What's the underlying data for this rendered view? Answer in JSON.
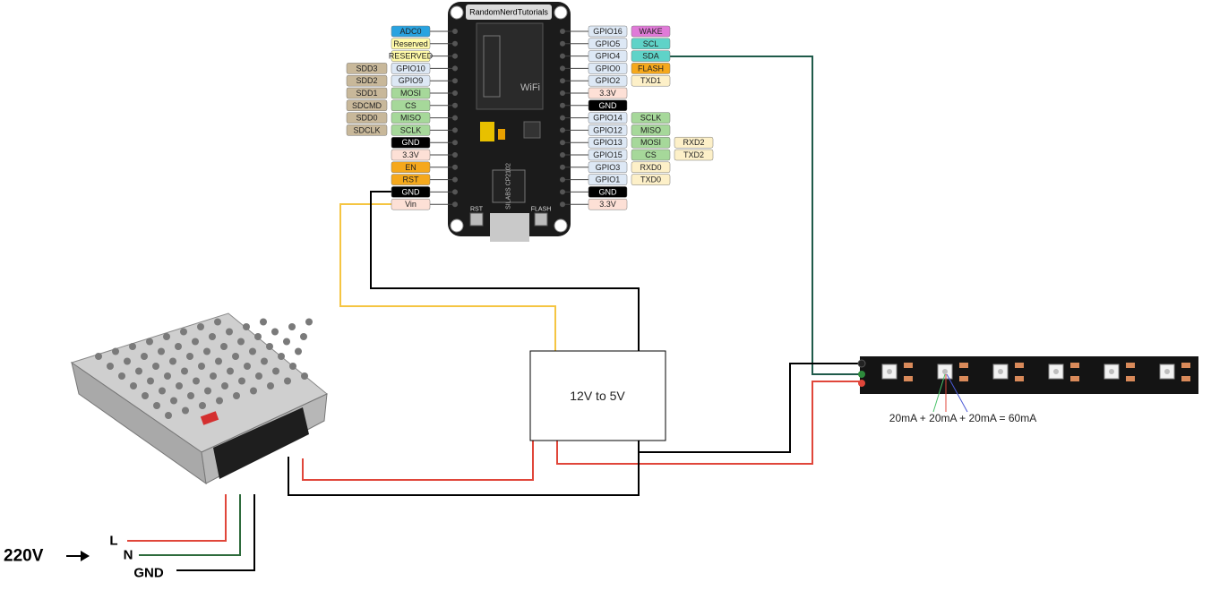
{
  "board": {
    "brand_label": "RandomNerdTutorials",
    "rst_label": "RST",
    "flash_label": "FLASH",
    "chip_label": "SILABS CP2102",
    "module_label": "WiFi",
    "left_pins": [
      {
        "gpio": "",
        "func": "ADC0",
        "func_color": "#29a3e0",
        "gpio_color": "",
        "alt": "",
        "alt_color": ""
      },
      {
        "gpio": "",
        "func": "Reserved",
        "func_color": "#fffaa8",
        "gpio_color": "",
        "alt": "",
        "alt_color": ""
      },
      {
        "gpio": "",
        "func": "RESERVED",
        "func_color": "#fffaa8",
        "gpio_color": "",
        "alt": "",
        "alt_color": ""
      },
      {
        "gpio": "GPIO10",
        "func": "",
        "func_color": "",
        "gpio_color": "#dde8f5",
        "alt": "SDD3",
        "alt_color": "#c8b89a"
      },
      {
        "gpio": "GPIO9",
        "func": "",
        "func_color": "",
        "gpio_color": "#dde8f5",
        "alt": "SDD2",
        "alt_color": "#c8b89a"
      },
      {
        "gpio": "MOSI",
        "func": "",
        "func_color": "",
        "gpio_color": "#a6d89a",
        "alt": "SDD1",
        "alt_color": "#c8b89a"
      },
      {
        "gpio": "CS",
        "func": "",
        "func_color": "",
        "gpio_color": "#a6d89a",
        "alt": "SDCMD",
        "alt_color": "#c8b89a"
      },
      {
        "gpio": "MISO",
        "func": "",
        "func_color": "",
        "gpio_color": "#a6d89a",
        "alt": "SDD0",
        "alt_color": "#c8b89a"
      },
      {
        "gpio": "SCLK",
        "func": "",
        "func_color": "",
        "gpio_color": "#a6d89a",
        "alt": "SDCLK",
        "alt_color": "#c8b89a"
      },
      {
        "gpio": "",
        "func": "GND",
        "func_color": "#000000",
        "gpio_color": "",
        "alt": "",
        "alt_color": ""
      },
      {
        "gpio": "",
        "func": "3.3V",
        "func_color": "#fde0d6",
        "gpio_color": "",
        "alt": "",
        "alt_color": ""
      },
      {
        "gpio": "",
        "func": "EN",
        "func_color": "#f5a81c",
        "gpio_color": "",
        "alt": "",
        "alt_color": ""
      },
      {
        "gpio": "",
        "func": "RST",
        "func_color": "#f5a81c",
        "gpio_color": "",
        "alt": "",
        "alt_color": ""
      },
      {
        "gpio": "",
        "func": "GND",
        "func_color": "#000000",
        "gpio_color": "",
        "alt": "",
        "alt_color": ""
      },
      {
        "gpio": "",
        "func": "Vin",
        "func_color": "#fde0d6",
        "gpio_color": "",
        "alt": "",
        "alt_color": ""
      }
    ],
    "right_pins": [
      {
        "gpio": "GPIO16",
        "func": "WAKE",
        "func_color": "#e07ad8",
        "alt": ""
      },
      {
        "gpio": "GPIO5",
        "func": "SCL",
        "func_color": "#5fd3c8",
        "alt": ""
      },
      {
        "gpio": "GPIO4",
        "func": "SDA",
        "func_color": "#5fd3c8",
        "alt": ""
      },
      {
        "gpio": "GPIO0",
        "func": "FLASH",
        "func_color": "#f5a81c",
        "alt": ""
      },
      {
        "gpio": "GPIO2",
        "func": "TXD1",
        "func_color": "#fdf0c8",
        "alt": ""
      },
      {
        "gpio": "",
        "func": "3.3V",
        "func_color": "#fde0d6",
        "alt": ""
      },
      {
        "gpio": "",
        "func": "GND",
        "func_color": "#000000",
        "alt": ""
      },
      {
        "gpio": "GPIO14",
        "func": "SCLK",
        "func_color": "#a6d89a",
        "alt": ""
      },
      {
        "gpio": "GPIO12",
        "func": "MISO",
        "func_color": "#a6d89a",
        "alt": ""
      },
      {
        "gpio": "GPIO13",
        "func": "MOSI",
        "func_color": "#a6d89a",
        "alt": "RXD2"
      },
      {
        "gpio": "GPIO15",
        "func": "CS",
        "func_color": "#a6d89a",
        "alt": "TXD2"
      },
      {
        "gpio": "GPIO3",
        "func": "RXD0",
        "func_color": "#fdf0c8",
        "alt": ""
      },
      {
        "gpio": "GPIO1",
        "func": "TXD0",
        "func_color": "#fdf0c8",
        "alt": ""
      },
      {
        "gpio": "",
        "func": "GND",
        "func_color": "#000000",
        "alt": ""
      },
      {
        "gpio": "",
        "func": "3.3V",
        "func_color": "#fde0d6",
        "alt": ""
      }
    ]
  },
  "converter": {
    "label": "12V to 5V"
  },
  "led_strip": {
    "current_note": "20mA + 20mA + 20mA = 60mA"
  },
  "mains": {
    "voltage_label": "220V",
    "l_label": "L",
    "n_label": "N",
    "gnd_label": "GND"
  },
  "colors": {
    "wire_black": "#000000",
    "wire_red": "#e0463a",
    "wire_yellow": "#f5c542",
    "wire_green": "#2e6b3c",
    "wire_teal": "#1f5a4a"
  }
}
